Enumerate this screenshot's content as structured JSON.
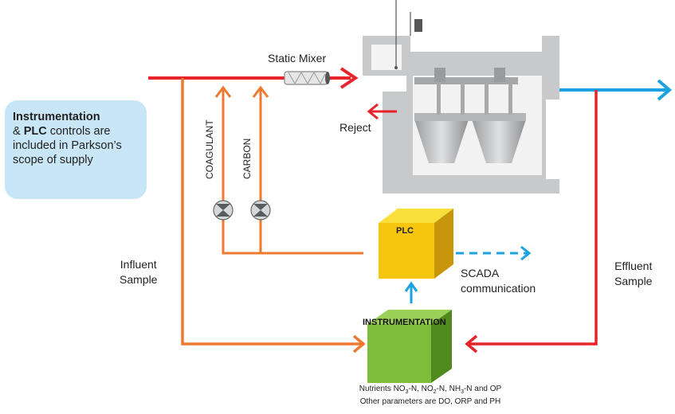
{
  "labels": {
    "static_mixer": "Static Mixer",
    "reject": "Reject",
    "coagulant": "COAGULANT",
    "carbon": "CARBON",
    "plc": "PLC",
    "instrumentation": "INSTRUMENTATION",
    "scada_line1": "SCADA",
    "scada_line2": "communication",
    "influent_line1": "Influent",
    "influent_line2": "Sample",
    "effluent_line1": "Effluent",
    "effluent_line2": "Sample"
  },
  "info_box": {
    "bold1": "Instrumentation",
    "text1": " & ",
    "bold2": "PLC",
    "text2": " controls are included in Parkson’s scope of supply"
  },
  "footnote": {
    "line1_a": "Nutrients NO",
    "line1_sub1": "3",
    "line1_b": "-N, NO",
    "line1_sub2": "2",
    "line1_c": "-N, NH",
    "line1_sub3": "3",
    "line1_d": "-N and OP",
    "line2": "Other parameters are DO, ORP and PH"
  },
  "colors": {
    "influent_line": "#e8232a",
    "dosing_line": "#ee7a2f",
    "effluent_line": "#1aa3e0",
    "scada_dash": "#1aa3e0",
    "plc_cube": "#f6c60f",
    "instrumentation_cube": "#7dbd3a",
    "tank": "#c8c9cb",
    "info_box": "#c9e6f6"
  },
  "icons": [
    "valve-icon",
    "static-mixer-icon",
    "clarifier-tank-icon",
    "plc-cube-icon",
    "instrumentation-cube-icon"
  ]
}
